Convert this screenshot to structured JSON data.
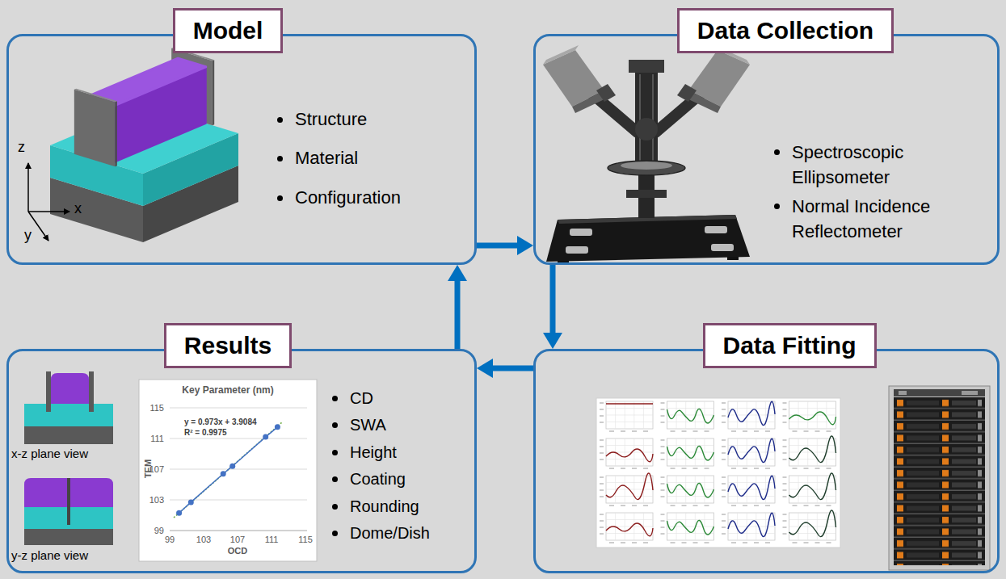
{
  "diagram": {
    "nodes": [
      {
        "text": [
          "Model",
          "Structure",
          "Material",
          "Configuration"
        ]
      },
      {
        "text": [
          "Data Collection",
          "Spectroscopic Ellipsometer",
          "Normal Incidence Reflectometer"
        ]
      },
      {
        "text": [
          "Results",
          "CD",
          "SWA",
          "Height",
          "Coating",
          "Rounding",
          "Dome/Dish"
        ]
      },
      {
        "text": [
          "Data Fitting"
        ]
      }
    ],
    "edges": [
      {
        "from": 0,
        "to": 1,
        "arrow": "to"
      },
      {
        "from": 1,
        "to": 3,
        "arrow": "to"
      },
      {
        "from": 3,
        "to": 2,
        "arrow": "to"
      },
      {
        "from": 2,
        "to": 0,
        "arrow": "to"
      }
    ],
    "labels": [
      "z",
      "x",
      "y",
      "x-z plane view",
      "y-z plane view",
      "Key Parameter (nm)",
      "y = 0.973x + 3.9084",
      "R² = 0.9975",
      "115",
      "111",
      "107",
      "103",
      "99",
      "TEM",
      "99",
      "103",
      "107",
      "111",
      "115",
      "OCD"
    ]
  }
}
